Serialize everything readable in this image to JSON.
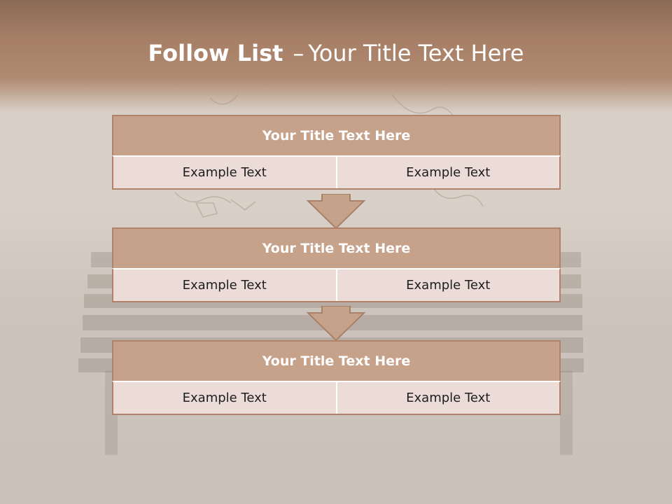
{
  "header": {
    "title_bold": "Follow List",
    "title_dash": "–",
    "title_rest": "Your Title Text Here"
  },
  "blocks": [
    {
      "title": "Your Title Text Here",
      "left_text": "Example Text",
      "right_text": "Example Text"
    },
    {
      "title": "Your Title Text Here",
      "left_text": "Example Text",
      "right_text": "Example Text"
    },
    {
      "title": "Your Title Text Here",
      "left_text": "Example Text",
      "right_text": "Example Text"
    }
  ],
  "colors": {
    "header_band": "#a77f67",
    "box_header": "#c7a28a",
    "box_border": "#b0826a",
    "box_cell": "#ecdcd7",
    "arrow_fill": "#c7a28a"
  }
}
